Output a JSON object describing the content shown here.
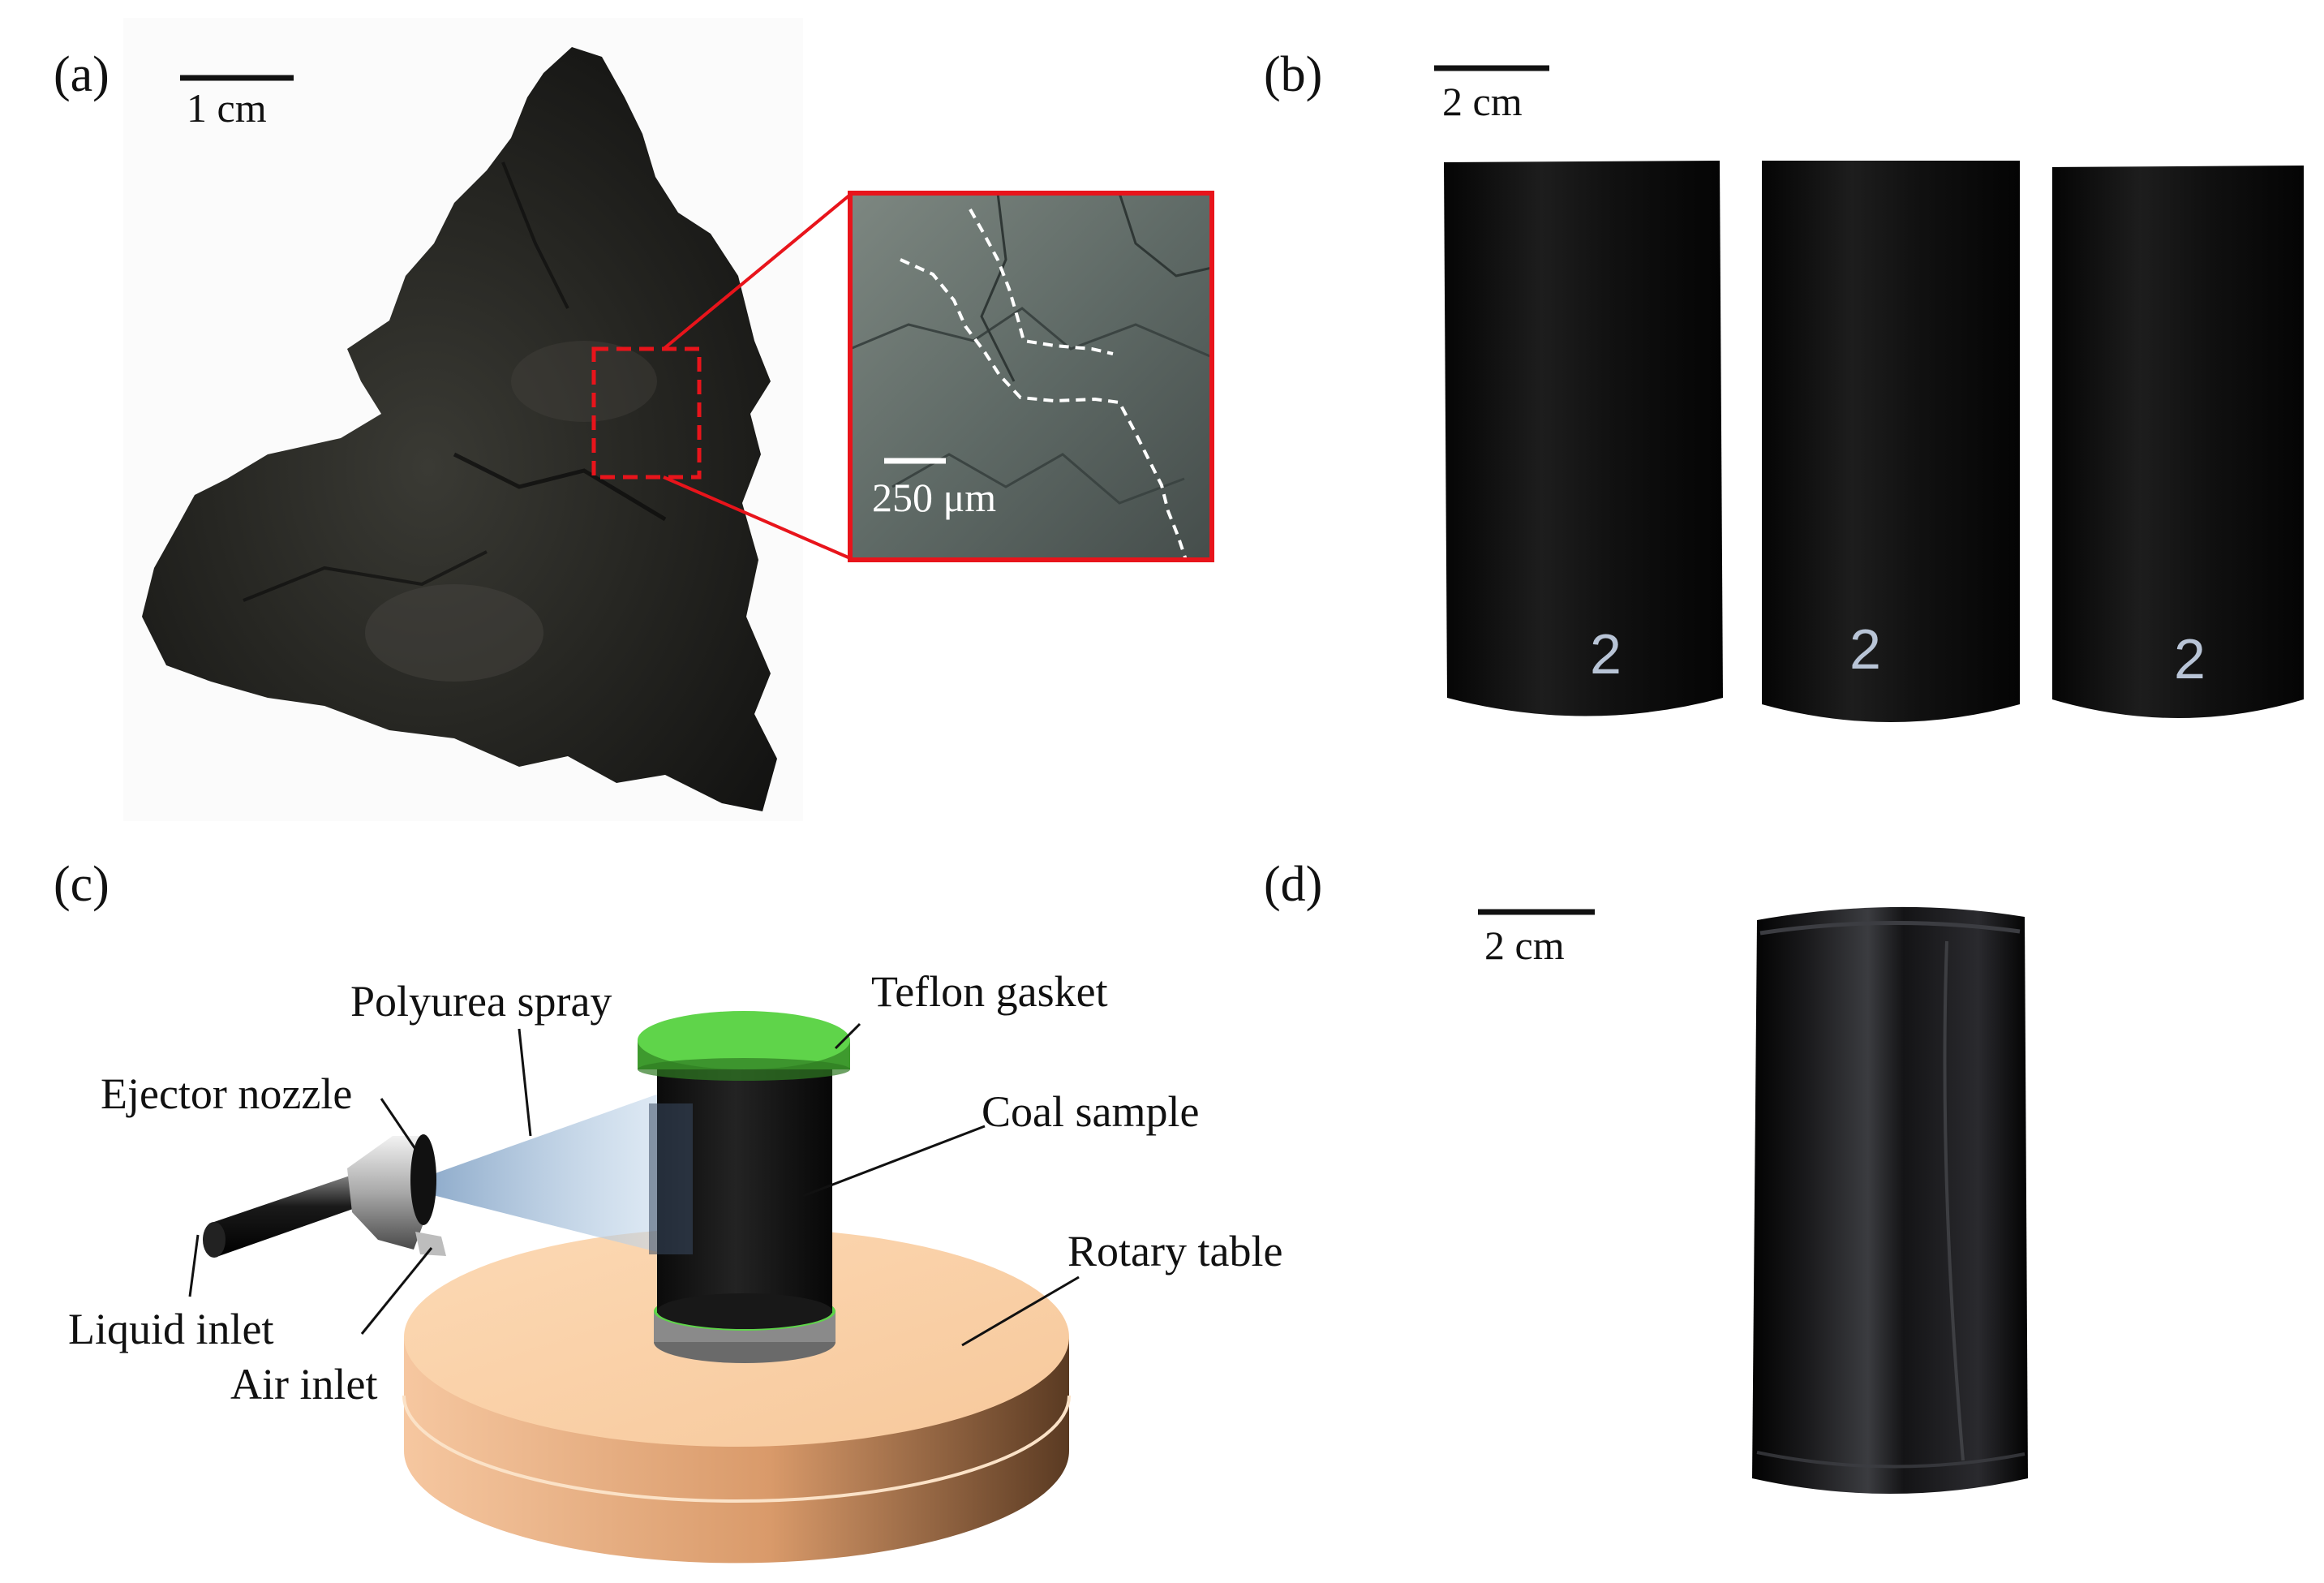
{
  "panels": {
    "a": {
      "label": "(a)",
      "scale": "1 cm",
      "inset_scale": "250 μm"
    },
    "b": {
      "label": "(b)",
      "scale": "2 cm",
      "sample_marks": [
        "2",
        "2",
        "2"
      ]
    },
    "c": {
      "label": "(c)",
      "callouts": {
        "polyurea_spray": "Polyurea spray",
        "teflon_gasket": "Teflon gasket",
        "ejector_nozzle": "Ejector nozzle",
        "coal_sample": "Coal sample",
        "rotary_table": "Rotary table",
        "liquid_inlet": "Liquid inlet",
        "air_inlet": "Air inlet"
      }
    },
    "d": {
      "label": "(d)",
      "scale": "2 cm"
    }
  },
  "colors": {
    "zoom_frame": "#e8141b",
    "teflon_gasket": "#5fd44a",
    "rotary_table": "#f2b98a",
    "coal": "#141414",
    "spray": "#a9c3dd"
  }
}
